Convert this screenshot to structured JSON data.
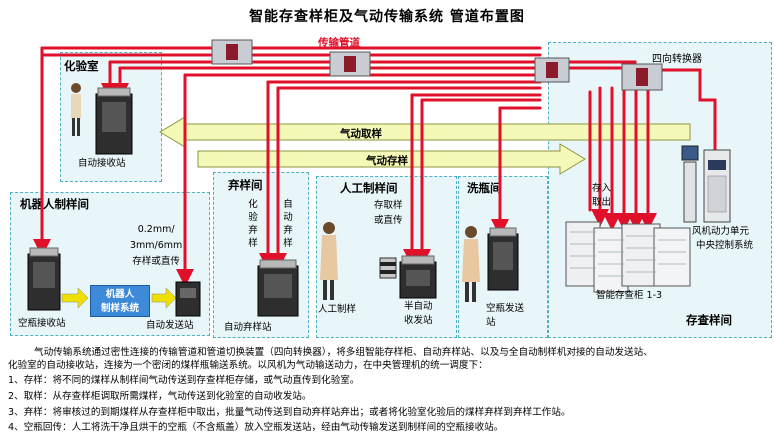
{
  "title": "智能存查样柜及气动传输系统 管道布置图",
  "pipe_label": "传输管道",
  "rooms": {
    "lab": "化验室",
    "robot": "机器人制样间",
    "discard": "弃样间",
    "manual": "人工制样间",
    "wash": "洗瓶间",
    "storage": "存查样间"
  },
  "labels": {
    "lab_station": "自动接收站",
    "robot_size": "0.2mm/\n3mm/6mm\n存样或直传",
    "empty_bottle_station": "空瓶接收站",
    "robot_system": "机器人\n制样系统",
    "auto_send_station": "自动发送站",
    "discard_left_vert": "化验弃样",
    "discard_right_vert": "自动弃样",
    "auto_discard_station": "自动弃样站",
    "manual_note": "存取样\n或直传",
    "manual_person": "人工制样",
    "semi_auto_station": "半自动\n收发站",
    "empty_send_station": "空瓶发送\n站",
    "four_way": "四向转换器",
    "store_in": "存入",
    "take_out": "取出",
    "fan_unit": "风机动力单元",
    "central_control": "中央控制系统",
    "cabinet": "智能存查柜 1-3",
    "arrow_fetch": "气动取样",
    "arrow_store": "气动存样"
  },
  "description": [
    "气动传输系统通过密性连接的传输管道和管道切换装置（四向转换器），将多组智能存样柜、自动弃样站、以及与全自动制样机对接的自动发送站、",
    "化验室的自动接收站，连接为一个密闭的煤样瓶输送系统。以风机为气动输送动力，在中央管理机的统一调度下：",
    "1、存样：将不同的煤样从制样间气动传送到存查样柜存储，或气动直传到化验室。",
    "2、取样：从存查样柜调取所需煤样，气动传送到化验室的自动收发站。",
    "3、弃样：将审核过的到期煤样从存查样柜中取出，批量气动传送到自动弃样站弃出；或者将化验室化验后的煤样弃样到弃样工作站。",
    "4、空瓶回传：人工将洗干净且烘干的空瓶（不含瓶盖）放入空瓶发送站，经由气动传输发送到制样间的空瓶接收站。"
  ],
  "colors": {
    "pipe": "#e0102a",
    "room_border": "#4fb0c2",
    "room_fill": "#e8f6f9",
    "arrow_fill": "#f4f9b8",
    "robot_box": "#3d8ad8",
    "yellow_arrow": "#f0e000"
  }
}
